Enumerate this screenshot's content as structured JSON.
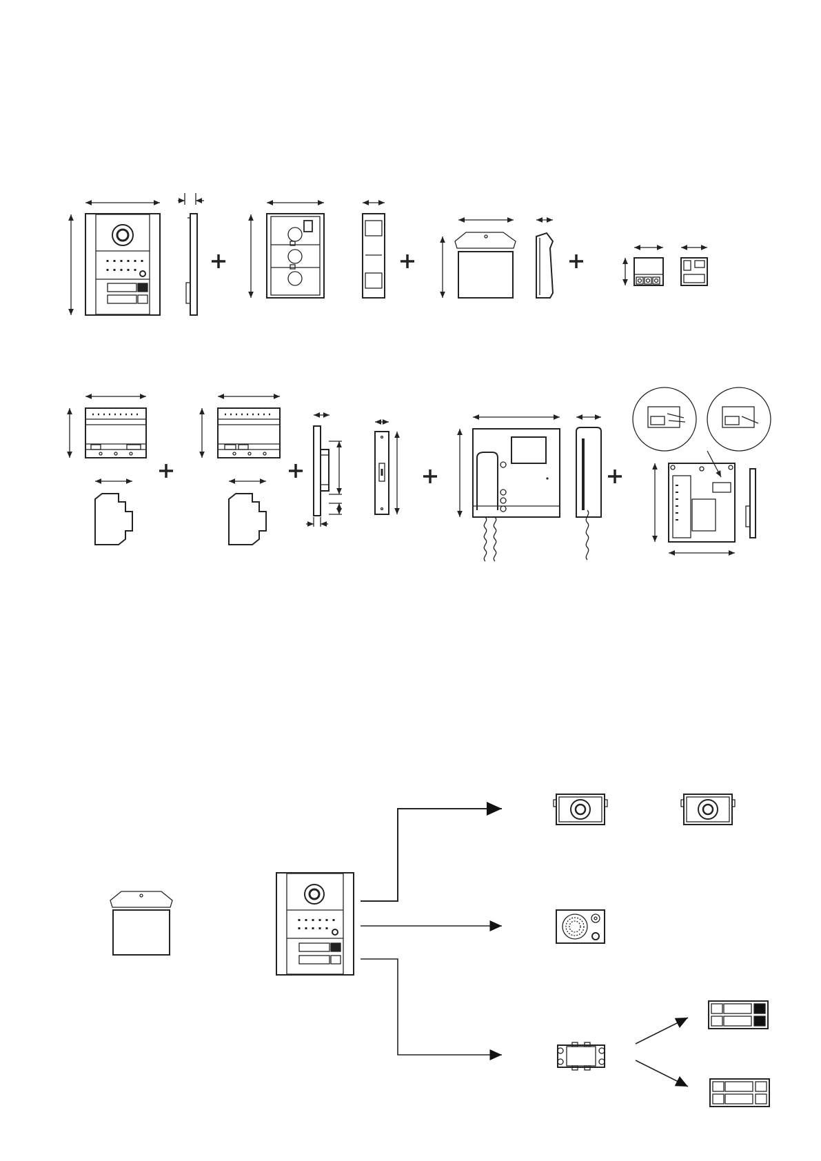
{
  "page": {
    "background": "#ffffff",
    "line_color": "#222222",
    "fill_dark": "#111111"
  },
  "rows": {
    "row1": [
      "door-panel-front",
      "door-panel-side",
      "flush-box-front",
      "flush-box-side",
      "rain-shield-front",
      "rain-shield-side",
      "module-front",
      "module-side"
    ],
    "row2": [
      "power-supply-a",
      "power-supply-b",
      "lock-release-front",
      "lock-release-side",
      "monitor-front",
      "monitor-side",
      "monitor-mount-plate"
    ],
    "row3": [
      "rain-shield",
      "door-panel",
      "camera-module-a",
      "camera-module-b",
      "audio-module",
      "push-button-module",
      "button-strip-filled",
      "button-strip-outline"
    ]
  },
  "symbols": {
    "plus": "plus-icon"
  }
}
